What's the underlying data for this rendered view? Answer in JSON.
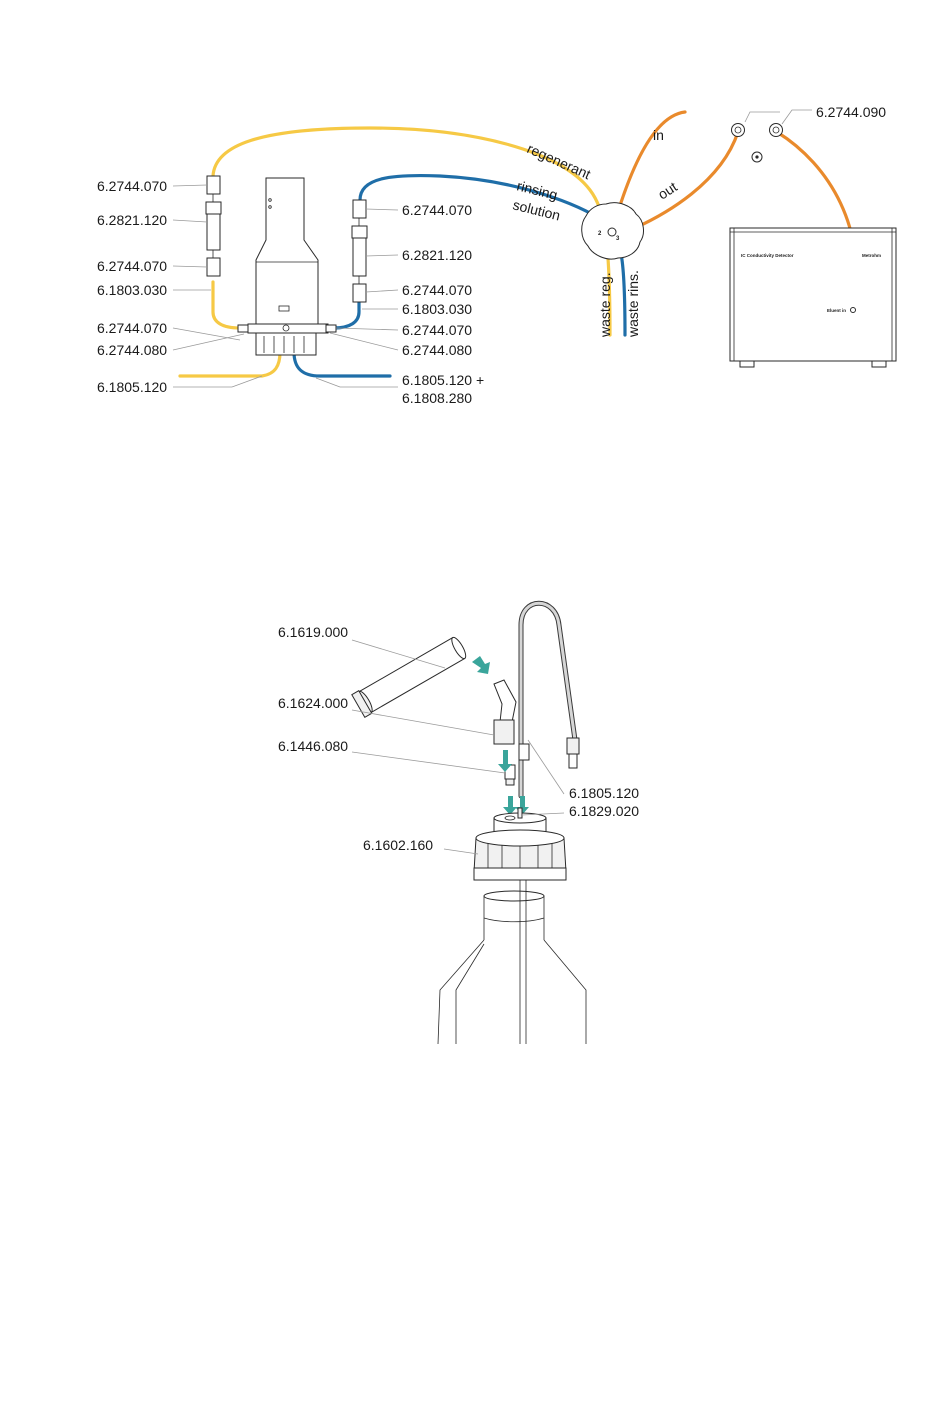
{
  "top_diagram": {
    "left_labels": [
      "6.2744.070",
      "6.2821.120",
      "6.2744.070",
      "6.1803.030",
      "6.2744.070",
      "6.2744.080",
      "6.1805.120"
    ],
    "right_labels": [
      "6.2744.070",
      "6.2821.120",
      "6.2744.070",
      "6.1803.030",
      "6.2744.070",
      "6.2744.080",
      "6.1805.120 +",
      "6.1808.280"
    ],
    "valve_label": "6.2744.090",
    "tube_labels": {
      "regenerant": "regenerant",
      "rinsing": "rinsing",
      "solution": "solution",
      "in": "in",
      "out": "out",
      "waste_reg": "waste reg.",
      "waste_rins": "waste rins."
    },
    "valve_ports": {
      "p2": "2",
      "p3": "3"
    },
    "detector": {
      "title": "IC Conductivity Detector",
      "brand": "Metrohm",
      "port": "Eluent in"
    }
  },
  "bottom_diagram": {
    "labels": [
      "6.1619.000",
      "6.1624.000",
      "6.1446.080",
      "6.1805.120",
      "6.1829.020",
      "6.1602.160"
    ]
  },
  "colors": {
    "yellow_tube": "#f6c945",
    "blue_tube": "#1f6ea8",
    "orange_tube": "#e98a2c",
    "arrow_teal": "#3aa59b"
  }
}
